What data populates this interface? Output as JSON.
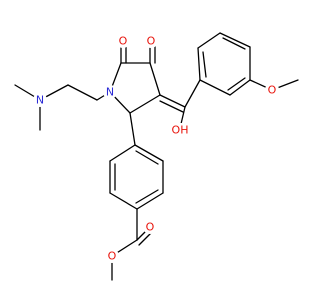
{
  "molecule": {
    "colors": {
      "bond": "#000000",
      "nitrogen": "#2b2bd6",
      "oxygen": "#e8140c",
      "background": "#ffffff"
    },
    "atom_labels": {
      "n_dimethylamine": "N",
      "n_ring": "N",
      "o_ketone_ring": "O",
      "o_ketone_c4": "O",
      "o_hydroxy": "OH",
      "o_methoxy": "O",
      "o_ester_carbonyl": "O",
      "o_ester": "O"
    }
  }
}
